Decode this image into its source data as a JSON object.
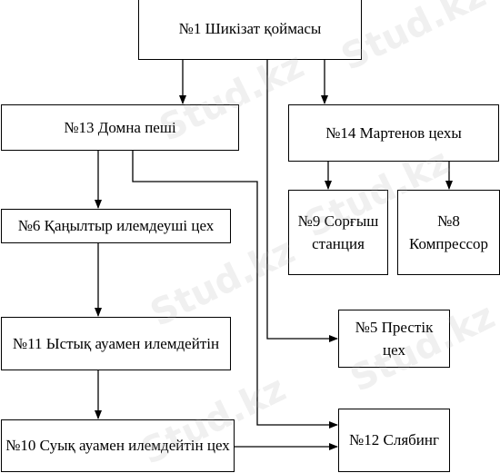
{
  "nodes": {
    "n1": "№1 Шикізат қоймасы",
    "n13": "№13 Домна пеші",
    "n14": "№14 Мартенов цехы",
    "n9a": "№9 Сорғыш",
    "n9b": "станция",
    "n8a": "№8",
    "n8b": "Компрессор",
    "n6": "№6 Қаңылтыр илемдеуші цех",
    "n11": "№11 Ыстық ауамен илемдейтін",
    "n5": "№5 Престік цех",
    "n10": "№10 Суық ауамен илемдейтін цех",
    "n12": "№12 Слябинг"
  },
  "watermark": "Stud.kz"
}
